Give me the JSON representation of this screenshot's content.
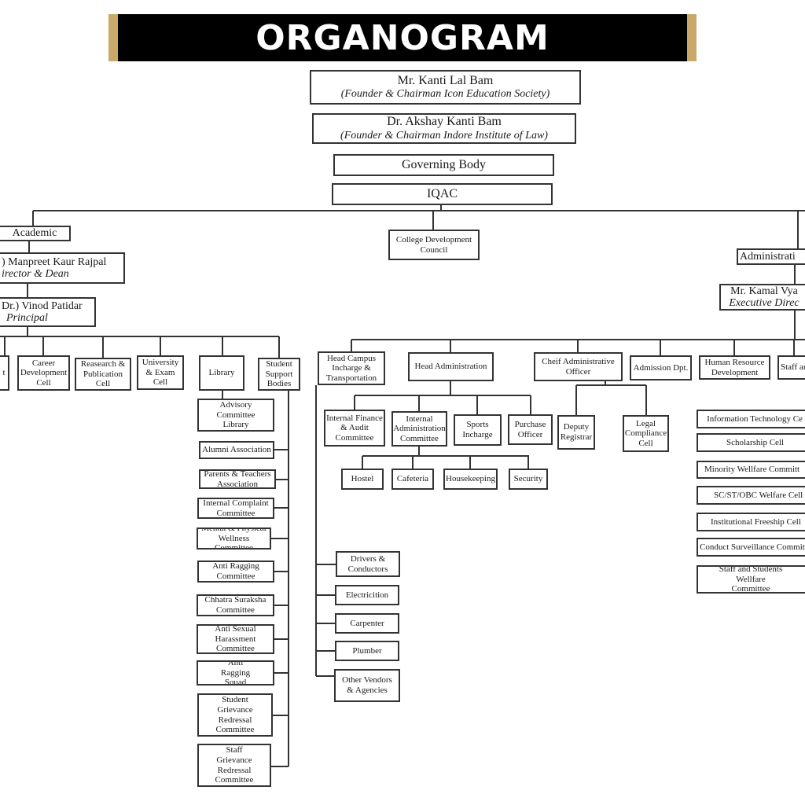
{
  "title": "ORGANOGRAM",
  "top": {
    "founder1": {
      "name": "Mr. Kanti Lal Bam",
      "role": "(Founder & Chairman Icon Education Society)"
    },
    "founder2": {
      "name": "Dr. Akshay Kanti Bam",
      "role": "(Founder & Chairman Indore Institute of Law)"
    },
    "governing": "Governing Body",
    "iqac": "IQAC"
  },
  "academic": {
    "label": "Academic",
    "director": {
      "name": ") Manpreet Kaur Rajpal",
      "role": "irector & Dean"
    },
    "principal": {
      "name": "Dr.) Vinod Patidar",
      "role": "Principal"
    },
    "units": [
      "t",
      "Career Development Cell",
      "Reasearch & Publication Cell",
      "University & Exam Cell",
      "Library",
      "Student Support Bodies"
    ],
    "library_child": "Advisory Committee Library",
    "support_bodies": [
      "Alumni Association",
      "Parents & Teachers Association",
      "Internal Complaint Committee",
      "Mental & Physical Wellness Committee",
      "Anti Ragging Committee",
      "Chhatra Suraksha Committee",
      "Anti Sexual Harassment Committee",
      "Anti Ragging Squad",
      "Student Grievance Redressal Committee",
      "Staff Grievance Redressal Committee"
    ]
  },
  "cdc": "College Development Council",
  "administration": {
    "label": "Administrati",
    "exec": {
      "name": "Mr. Kamal Vya",
      "role": "Executive Direc"
    },
    "units": [
      "Head Campus Incharge & Transportation",
      "Head Administration",
      "Cheif Administrative Officer",
      "Admission Dpt.",
      "Human Resource Development",
      "Staff an"
    ],
    "campus_children": [
      "Drivers & Conductors",
      "Electricition",
      "Carpenter",
      "Plumber",
      "Other Vendors & Agencies"
    ],
    "admin_children": [
      "Internal Finance & Audit Committee",
      "Internal Administration Committee",
      "Sports Incharge",
      "Purchase Officer"
    ],
    "internal_admin_children": [
      "Hostel",
      "Cafeteria",
      "Housekeeping",
      "Security"
    ],
    "cao_children": [
      "Deputy Registrar",
      "Legal Compliance Cell"
    ],
    "cells": [
      "Information Technology Ce",
      "Scholarship Cell",
      "Minority Wellfare Committ",
      "SC/ST/OBC Welfare Cell",
      "Institutional Freeship Cell",
      "Conduct Surveillance Commit",
      "Staff and Students Wellfare Committee"
    ]
  }
}
